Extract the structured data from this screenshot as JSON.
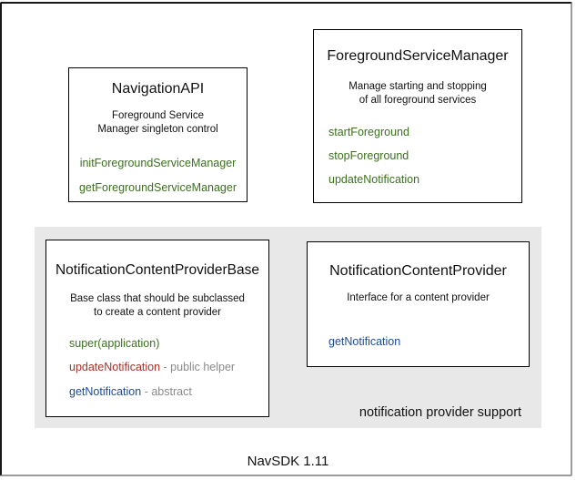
{
  "colors": {
    "method_green": "#3c701f",
    "method_red": "#a8322a",
    "method_blue": "#1c4a9e",
    "annotation_gray": "#8a8a8a",
    "group_bg": "#e8e8e8",
    "box_border": "#000000"
  },
  "boxes": {
    "navigation_api": {
      "title": "NavigationAPI",
      "desc1": "Foreground Service",
      "desc2": "Manager singleton control",
      "methods": [
        {
          "label": "initForegroundServiceManager"
        },
        {
          "label": "getForegroundServiceManager"
        }
      ]
    },
    "foreground_service_manager": {
      "title": "ForegroundServiceManager",
      "desc1": "Manage starting and stopping",
      "desc2": "of all foreground services",
      "methods": [
        {
          "label": "startForeground"
        },
        {
          "label": "stopForeground"
        },
        {
          "label": "updateNotification"
        }
      ]
    },
    "notification_content_provider_base": {
      "title": "NotificationContentProviderBase",
      "desc1": "Base class that should be subclassed",
      "desc2": "to create a content provider",
      "methods": [
        {
          "label": "super(application)",
          "suffix": ""
        },
        {
          "label": "updateNotification",
          "suffix": " - public helper"
        },
        {
          "label": "getNotification",
          "suffix": " - abstract"
        }
      ]
    },
    "notification_content_provider": {
      "title": "NotificationContentProvider",
      "desc1": "Interface for a content provider",
      "methods": [
        {
          "label": "getNotification"
        }
      ]
    }
  },
  "group": {
    "label": "notification provider support"
  },
  "caption": "NavSDK 1.11"
}
